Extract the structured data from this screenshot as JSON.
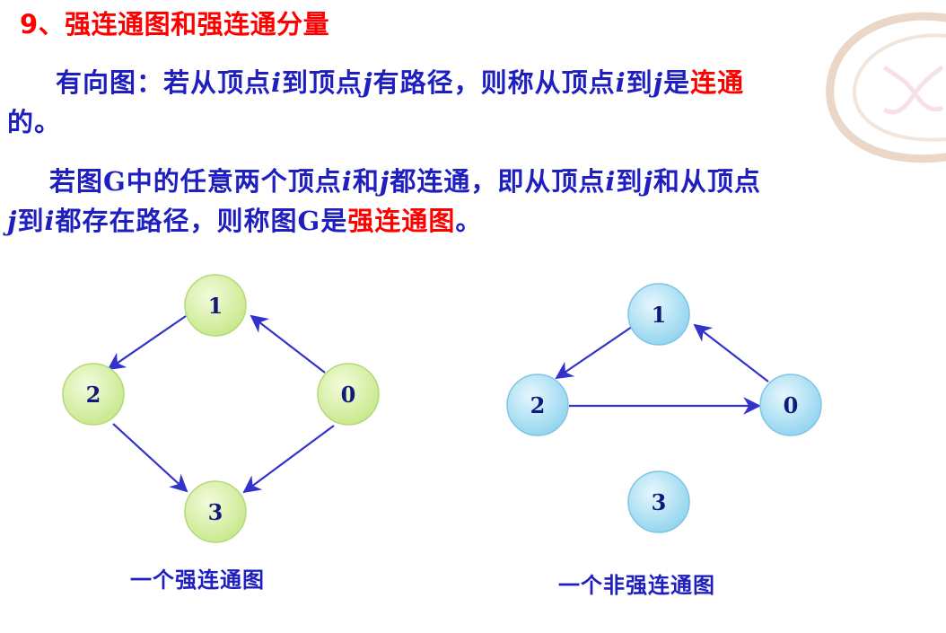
{
  "title": "9、强连通图和强连通分量",
  "para1": {
    "line1": [
      {
        "t": "有向图：若从顶点",
        "s": ""
      },
      {
        "t": "i",
        "s": "it"
      },
      {
        "t": "到顶点",
        "s": ""
      },
      {
        "t": "j",
        "s": "it"
      },
      {
        "t": "有路径，则称从顶点",
        "s": ""
      },
      {
        "t": "i",
        "s": "it"
      },
      {
        "t": "到",
        "s": ""
      },
      {
        "t": "j",
        "s": "it"
      },
      {
        "t": "是",
        "s": ""
      },
      {
        "t": "连通",
        "s": "red"
      }
    ],
    "line2": [
      {
        "t": "的。",
        "s": ""
      }
    ]
  },
  "para2": {
    "line1": [
      {
        "t": "若图G中的任意两个顶点",
        "s": ""
      },
      {
        "t": "i",
        "s": "it"
      },
      {
        "t": "和",
        "s": ""
      },
      {
        "t": "j",
        "s": "it"
      },
      {
        "t": "都连通，即从顶点",
        "s": ""
      },
      {
        "t": "i",
        "s": "it"
      },
      {
        "t": "到",
        "s": ""
      },
      {
        "t": "j",
        "s": "it"
      },
      {
        "t": "和从顶点",
        "s": ""
      }
    ],
    "line2": [
      {
        "t": "j",
        "s": "it"
      },
      {
        "t": "到",
        "s": ""
      },
      {
        "t": "i",
        "s": "it"
      },
      {
        "t": "都存在路径，则称图G是",
        "s": ""
      },
      {
        "t": "强连通图",
        "s": "red"
      },
      {
        "t": "。",
        "s": ""
      }
    ]
  },
  "colors": {
    "title": "#ff0000",
    "text": "#1f1fbf",
    "edge": "#3333cc",
    "left_node_fill": "#d9f2a3",
    "right_node_fill": "#a8ddf0",
    "node_label": "#111a7a"
  },
  "graphs": {
    "left": {
      "caption": "一个强连通图",
      "nodes": [
        "1",
        "2",
        "0",
        "3"
      ],
      "edges": [
        [
          "1",
          "2"
        ],
        [
          "0",
          "1"
        ],
        [
          "2",
          "3"
        ],
        [
          "0",
          "3"
        ]
      ]
    },
    "right": {
      "caption": "一个非强连通图",
      "nodes": [
        "1",
        "2",
        "0",
        "3"
      ],
      "edges": [
        [
          "1",
          "2"
        ],
        [
          "0",
          "1"
        ],
        [
          "2",
          "0"
        ]
      ]
    }
  }
}
